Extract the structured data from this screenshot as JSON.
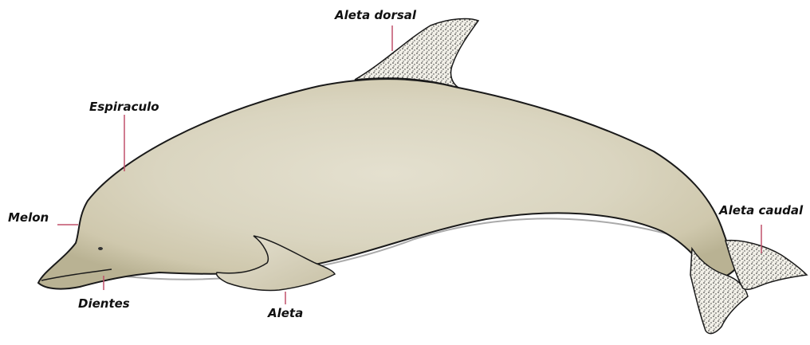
{
  "diagram": {
    "labels": {
      "aleta_dorsal": "Aleta dorsal",
      "espiraculo": "Espiraculo",
      "melon": "Melon",
      "dientes": "Dientes",
      "aleta": "Aleta",
      "aleta_caudal": "Aleta caudal"
    }
  },
  "colors": {
    "body": "#dcd8c6",
    "body_shade": "#c9c2a6",
    "outline": "#1a1a1a",
    "leader_line": "#c0506a",
    "label_text": "#111111"
  }
}
